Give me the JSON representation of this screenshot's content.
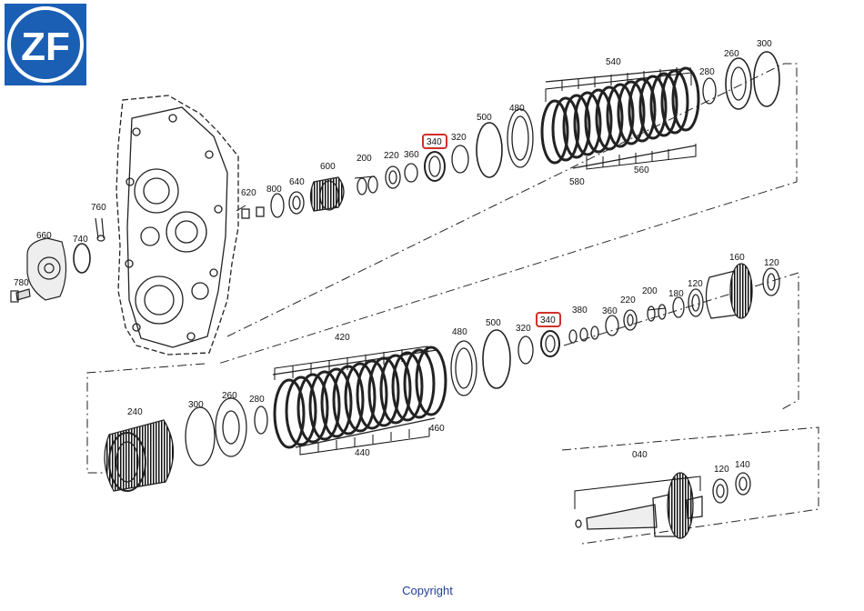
{
  "brand": {
    "logo_text": "ZF",
    "logo_bg": "#1a5fb4",
    "logo_fg": "#ffffff"
  },
  "highlight_color": "#d0302a",
  "parts": {
    "p540": "540",
    "p560": "560",
    "p580": "580",
    "p280a": "280",
    "p260a": "260",
    "p300a": "300",
    "p500a": "500",
    "p480a": "480",
    "p340a": "340",
    "p320a": "320",
    "p360a": "360",
    "p220a": "220",
    "p200a": "200",
    "p600": "600",
    "p640": "640",
    "p800": "800",
    "p620": "620",
    "p760": "760",
    "p660": "660",
    "p740": "740",
    "p780": "780",
    "p160": "160",
    "p120a": "120",
    "p120b": "120",
    "p180": "180",
    "p200b": "200",
    "p220b": "220",
    "p360b": "360",
    "p380": "380",
    "p340b": "340",
    "p320b": "320",
    "p500b": "500",
    "p480b": "480",
    "p420": "420",
    "p440": "440",
    "p460": "460",
    "p280b": "280",
    "p260b": "260",
    "p300b": "300",
    "p240": "240",
    "p040": "040",
    "p120c": "120",
    "p140": "140"
  },
  "footer": {
    "copyright": "Copyright"
  }
}
